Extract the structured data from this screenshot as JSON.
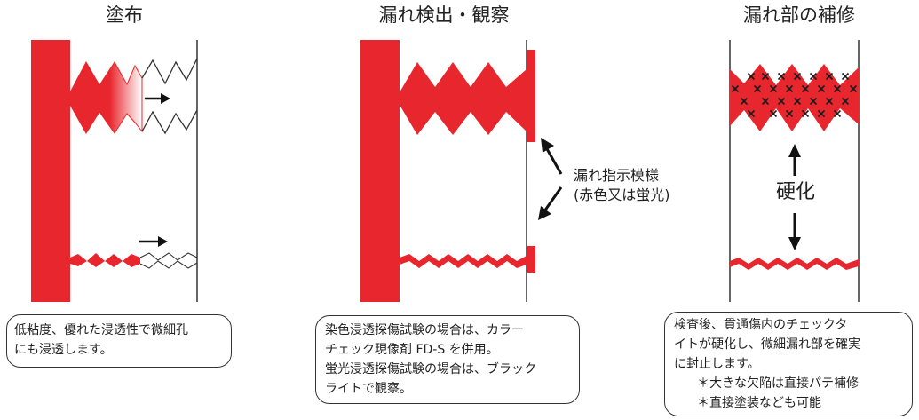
{
  "panels": [
    {
      "title": "塗布",
      "caption": [
        "低粘度、優れた浸透性で微細孔",
        "にも浸透します。"
      ]
    },
    {
      "title": "漏れ検出・観察",
      "caption": [
        "染色浸透探傷試験の場合は、カラー",
        "チェック現像剤 FD-S を併用。",
        "蛍光浸透探傷試験の場合は、ブラック",
        "ライトで観察。"
      ],
      "side_label": [
        "漏れ指示模様",
        "(赤色又は蛍光)"
      ]
    },
    {
      "title": "漏れ部の補修",
      "caption": [
        "検査後、貫通傷内のチェックタ",
        "イトが硬化し、微細漏れ部を確実",
        "に封止します。"
      ],
      "notes": [
        "＊大きな欠陥は直接パテ補修",
        "＊直接塗装なども可能"
      ],
      "side_label": "硬化"
    }
  ],
  "colors": {
    "penetrant_red": "#e8262d",
    "outline": "#333333",
    "marker": "#1a1a1a"
  },
  "icons": [
    "arrow-right-icon",
    "arrow-up-icon",
    "arrow-down-icon",
    "cross-mark-icon"
  ]
}
